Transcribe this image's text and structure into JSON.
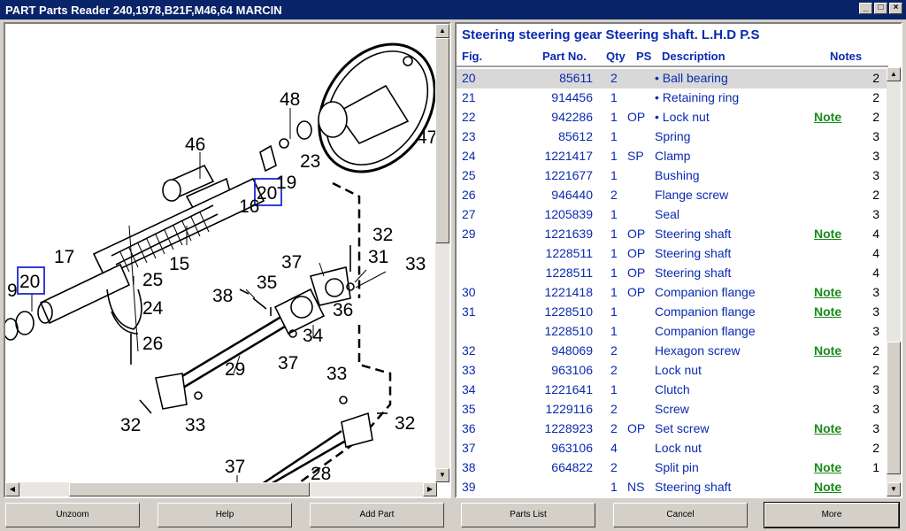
{
  "window": {
    "title": "PART Parts Reader 240,1978,B21F,M46,64 MARCIN",
    "controls": {
      "minimize": "_",
      "maximize": "□",
      "close": "×"
    }
  },
  "diagram": {
    "callouts": [
      "48",
      "46",
      "23",
      "47",
      "19",
      "20",
      "16",
      "17",
      "15",
      "20",
      "25",
      "24",
      "26",
      "9",
      "32",
      "37",
      "31",
      "33",
      "38",
      "35",
      "36",
      "34",
      "37",
      "29",
      "33",
      "32",
      "33",
      "32",
      "37",
      "28"
    ]
  },
  "header": {
    "title": "Steering steering gear Steering shaft. L.H.D P.S",
    "columns": {
      "fig": "Fig.",
      "part": "Part No.",
      "qty": "Qty",
      "ps": "PS",
      "desc": "Description",
      "notes": "Notes"
    }
  },
  "rows": [
    {
      "fig": "20",
      "part": "85611",
      "qty": "2",
      "ps": "",
      "desc": "• Ball bearing",
      "note": "",
      "n": "2",
      "selected": true
    },
    {
      "fig": "21",
      "part": "914456",
      "qty": "1",
      "ps": "",
      "desc": "• Retaining ring",
      "note": "",
      "n": "2"
    },
    {
      "fig": "22",
      "part": "942286",
      "qty": "1",
      "ps": "OP",
      "desc": "• Lock nut",
      "note": "Note",
      "n": "2"
    },
    {
      "fig": "23",
      "part": "85612",
      "qty": "1",
      "ps": "",
      "desc": "Spring",
      "note": "",
      "n": "3"
    },
    {
      "fig": "24",
      "part": "1221417",
      "qty": "1",
      "ps": "SP",
      "desc": "Clamp",
      "note": "",
      "n": "3"
    },
    {
      "fig": "25",
      "part": "1221677",
      "qty": "1",
      "ps": "",
      "desc": "Bushing",
      "note": "",
      "n": "3"
    },
    {
      "fig": "26",
      "part": "946440",
      "qty": "2",
      "ps": "",
      "desc": "Flange screw",
      "note": "",
      "n": "2"
    },
    {
      "fig": "27",
      "part": "1205839",
      "qty": "1",
      "ps": "",
      "desc": "Seal",
      "note": "",
      "n": "3"
    },
    {
      "fig": "29",
      "part": "1221639",
      "qty": "1",
      "ps": "OP",
      "desc": "Steering shaft",
      "note": "Note",
      "n": "4"
    },
    {
      "fig": "",
      "part": "1228511",
      "qty": "1",
      "ps": "OP",
      "desc": "Steering shaft",
      "note": "",
      "n": "4"
    },
    {
      "fig": "",
      "part": "1228511",
      "qty": "1",
      "ps": "OP",
      "desc": "Steering shaft",
      "note": "",
      "n": "4"
    },
    {
      "fig": "30",
      "part": "1221418",
      "qty": "1",
      "ps": "OP",
      "desc": "Companion flange",
      "note": "Note",
      "n": "3"
    },
    {
      "fig": "31",
      "part": "1228510",
      "qty": "1",
      "ps": "",
      "desc": "Companion flange",
      "note": "Note",
      "n": "3"
    },
    {
      "fig": "",
      "part": "1228510",
      "qty": "1",
      "ps": "",
      "desc": "Companion flange",
      "note": "",
      "n": "3"
    },
    {
      "fig": "32",
      "part": "948069",
      "qty": "2",
      "ps": "",
      "desc": "Hexagon screw",
      "note": "Note",
      "n": "2"
    },
    {
      "fig": "33",
      "part": "963106",
      "qty": "2",
      "ps": "",
      "desc": "Lock nut",
      "note": "",
      "n": "2"
    },
    {
      "fig": "34",
      "part": "1221641",
      "qty": "1",
      "ps": "",
      "desc": "Clutch",
      "note": "",
      "n": "3"
    },
    {
      "fig": "35",
      "part": "1229116",
      "qty": "2",
      "ps": "",
      "desc": "Screw",
      "note": "",
      "n": "3"
    },
    {
      "fig": "36",
      "part": "1228923",
      "qty": "2",
      "ps": "OP",
      "desc": "Set screw",
      "note": "Note",
      "n": "3"
    },
    {
      "fig": "37",
      "part": "963106",
      "qty": "4",
      "ps": "",
      "desc": "Lock nut",
      "note": "",
      "n": "2"
    },
    {
      "fig": "38",
      "part": "664822",
      "qty": "2",
      "ps": "",
      "desc": "Split pin",
      "note": "Note",
      "n": "1"
    },
    {
      "fig": "39",
      "part": "",
      "qty": "1",
      "ps": "NS",
      "desc": "Steering shaft",
      "note": "Note",
      "n": ""
    }
  ],
  "buttons": {
    "unzoom": "Unzoom",
    "help": "Help",
    "add_part": "Add Part",
    "parts_list": "Parts List",
    "cancel": "Cancel",
    "more": "More"
  },
  "colors": {
    "title_bg": "#0a246a",
    "list_text": "#0a2ab0",
    "note_link": "#1a8a1a",
    "highlight_box": "#1a2ad0"
  }
}
